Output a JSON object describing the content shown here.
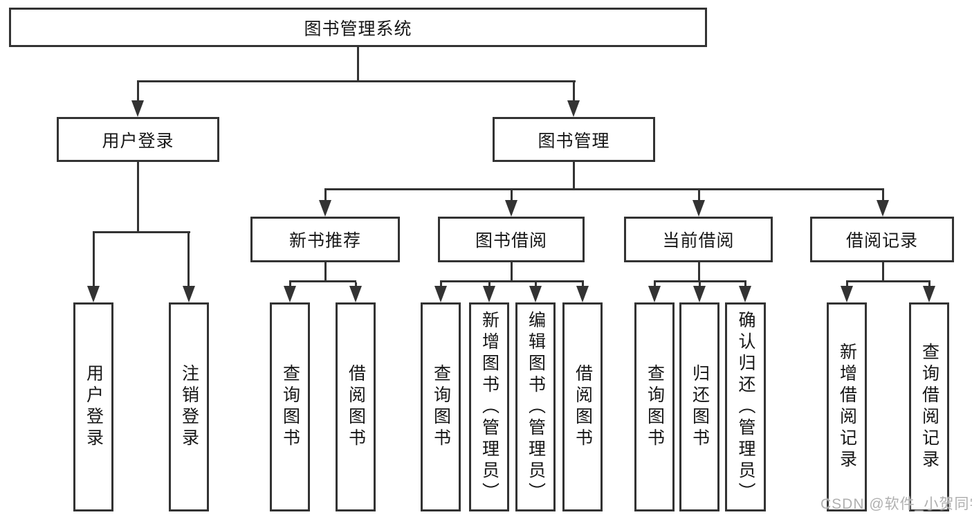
{
  "colors": {
    "background": "#ffffff",
    "line": "#333333",
    "text": "#161616",
    "watermark": "#b0b0b0"
  },
  "diagram": {
    "root": {
      "label": "图书管理系统"
    },
    "branches": [
      {
        "label": "用户登录",
        "children": [
          {
            "label": "用户登录"
          },
          {
            "label": "注销登录"
          }
        ]
      },
      {
        "label": "图书管理",
        "children": [
          {
            "label": "新书推荐",
            "children": [
              {
                "label": "查询图书"
              },
              {
                "label": "借阅图书"
              }
            ]
          },
          {
            "label": "图书借阅",
            "children": [
              {
                "label": "查询图书"
              },
              {
                "label": "新增图书（管理员）"
              },
              {
                "label": "编辑图书（管理员）"
              },
              {
                "label": "借阅图书"
              }
            ]
          },
          {
            "label": "当前借阅",
            "children": [
              {
                "label": "查询图书"
              },
              {
                "label": "归还图书"
              },
              {
                "label": "确认归还（管理员）"
              }
            ]
          },
          {
            "label": "借阅记录",
            "children": [
              {
                "label": "新增借阅记录"
              },
              {
                "label": "查询借阅记录"
              }
            ]
          }
        ]
      }
    ]
  },
  "watermark": {
    "text": "CSDN @软件_小贺同学"
  }
}
